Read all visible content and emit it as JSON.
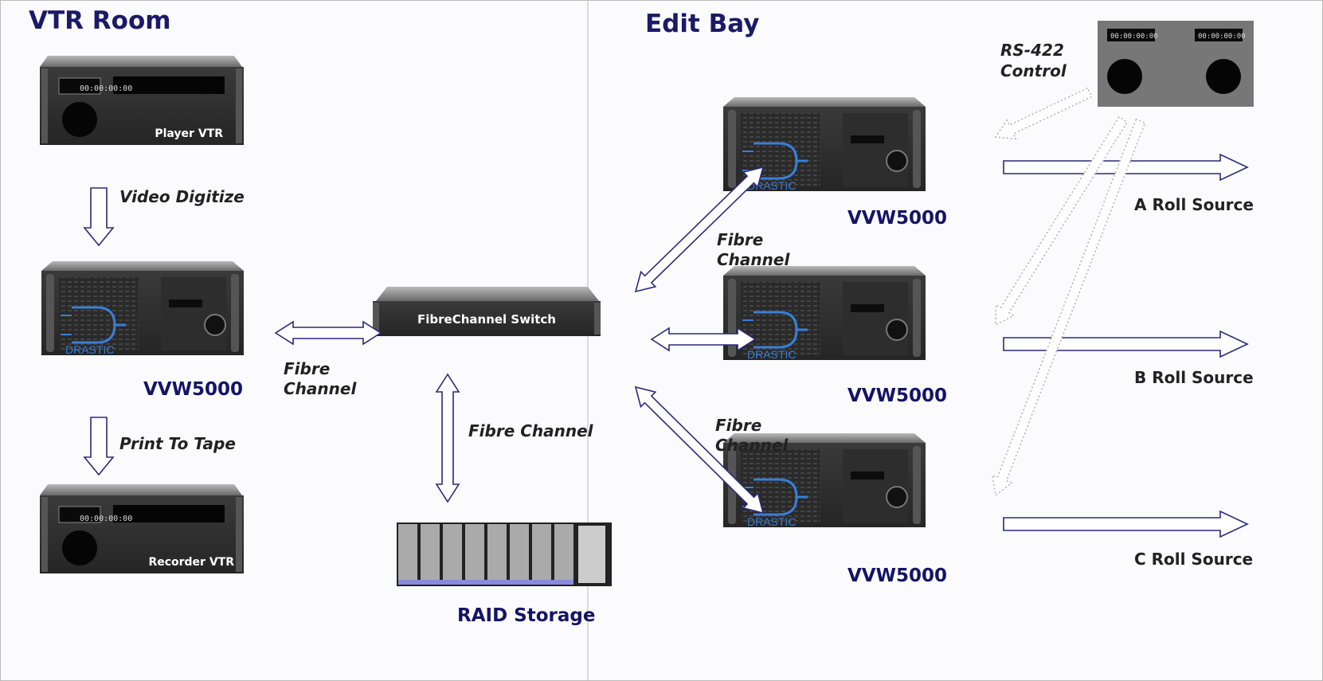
{
  "sections": {
    "vtr_room": "VTR Room",
    "edit_bay": "Edit Bay"
  },
  "timecode": "00:00:00:00",
  "devices": {
    "player_vtr": "Player VTR",
    "recorder_vtr": "Recorder VTR",
    "vvw5000": "VVW5000",
    "fc_switch": "FibreChannel Switch",
    "raid": "RAID Storage",
    "brand": "DRASTIC"
  },
  "labels": {
    "video_digitize": "Video Digitize",
    "print_to_tape": "Print To Tape",
    "fibre": "Fibre",
    "channel": "Channel",
    "fibre_channel": "Fibre Channel",
    "rs422": "RS-422",
    "control": "Control"
  },
  "rolls": {
    "a": "A Roll Source",
    "b": "B Roll Source",
    "c": "C Roll Source"
  },
  "colors": {
    "arrow_stroke": "#2a2a7a",
    "title_blue": "#1a1a66",
    "device_body": "#2f2f2f",
    "drastic_blue": "#3a7fd6"
  }
}
